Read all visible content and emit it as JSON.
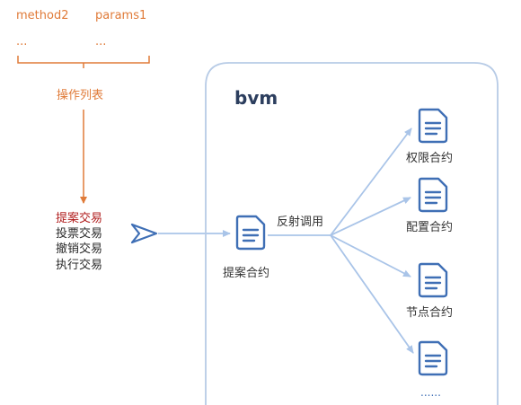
{
  "top_table": {
    "col1": "method2",
    "col2": "params1",
    "row2_col1": "...",
    "row2_col2": "..."
  },
  "op_list_label": "操作列表",
  "tx_list": [
    "提案交易",
    "投票交易",
    "撤销交易",
    "执行交易"
  ],
  "bvm_box": {
    "title": "bvm",
    "source_contract": "提案合约",
    "reflect_label": "反射调用",
    "targets": [
      "权限合约",
      "配置合约",
      "节点合约",
      "......"
    ]
  },
  "colors": {
    "orange": "#e07b39",
    "highlight": "#b01c1c",
    "arrow": "#a9c4e8",
    "doc_icon": "#3f6fb5",
    "box_border": "#b7cbe6"
  }
}
